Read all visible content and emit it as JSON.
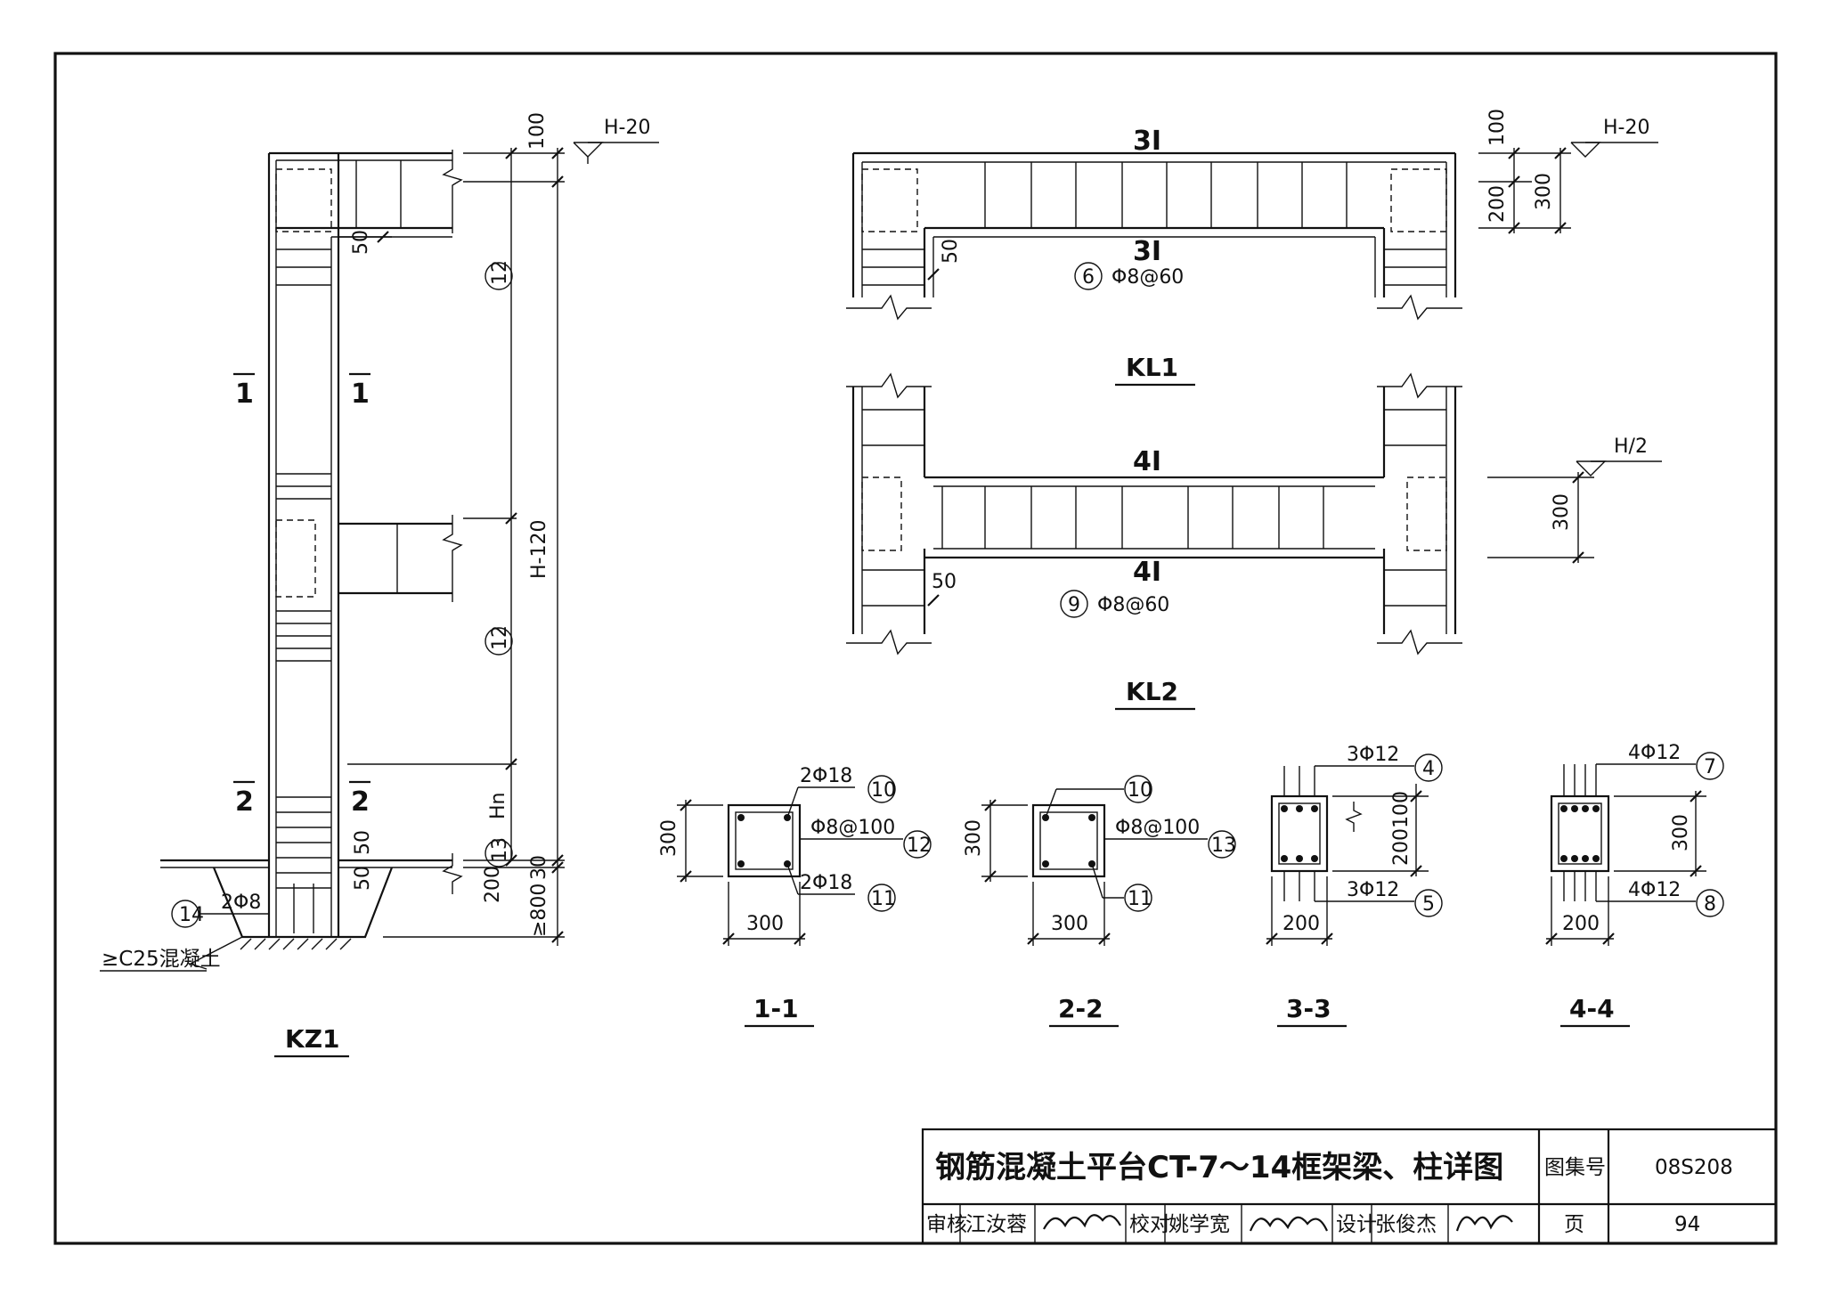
{
  "title_block": {
    "title": "钢筋混凝土平台CT-7～14框架梁、柱详图",
    "atlas_label": "图集号",
    "atlas_no": "08S208",
    "page_label": "页",
    "page_no": "94",
    "review_label": "审核",
    "reviewer": "江汝蓉",
    "check_label": "校对",
    "checker": "姚学宽",
    "design_label": "设计",
    "designer": "张俊杰"
  },
  "kz1": {
    "caption": "KZ1",
    "concrete_note": "≥C25混凝土",
    "elev_top": "H-20",
    "dims": [
      "100",
      "50",
      "H-120",
      "Hn",
      "50",
      "50",
      "200",
      "30",
      "≥800"
    ],
    "marks": [
      "12",
      "12",
      "13",
      "14"
    ],
    "bar_bottom": "2Φ8",
    "sec1": "1",
    "sec2": "2"
  },
  "kl1": {
    "caption": "KL1",
    "top_bars": "3Ⅰ",
    "bot_bars": "3Ⅰ",
    "stirrup_mark": "6",
    "stirrup": "Φ8@60",
    "elev": "H-20",
    "dims": [
      "100",
      "200",
      "300",
      "50"
    ]
  },
  "kl2": {
    "caption": "KL2",
    "top_bars": "4Ⅰ",
    "bot_bars": "4Ⅰ",
    "stirrup_mark": "9",
    "stirrup": "Φ8@60",
    "elev": "H/2",
    "dims": [
      "300",
      "50"
    ]
  },
  "sections": [
    {
      "caption": "1-1",
      "top": "2Φ18",
      "top_mark": "10",
      "stirrup": "Φ8@100",
      "stirrup_mark": "12",
      "bot": "2Φ18",
      "bot_mark": "11",
      "w": "300",
      "h": "300"
    },
    {
      "caption": "2-2",
      "top_mark": "10",
      "stirrup": "Φ8@100",
      "stirrup_mark": "13",
      "bot_mark": "11",
      "w": "300",
      "h": "300"
    },
    {
      "caption": "3-3",
      "top": "3Φ12",
      "top_mark": "4",
      "bot": "3Φ12",
      "bot_mark": "5",
      "w": "200",
      "h1": "100",
      "h2": "200"
    },
    {
      "caption": "4-4",
      "top": "4Φ12",
      "top_mark": "7",
      "bot": "4Φ12",
      "bot_mark": "8",
      "w": "200",
      "h": "300"
    }
  ]
}
